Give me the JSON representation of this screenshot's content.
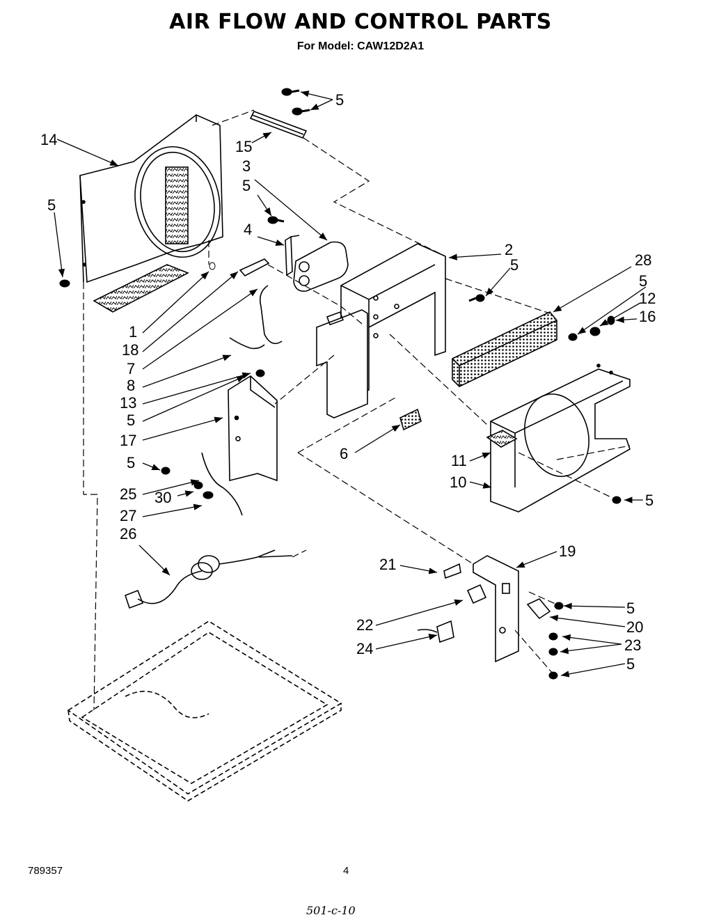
{
  "header": {
    "title": "AIR FLOW AND CONTROL PARTS",
    "model_label": "For Model: CAW12D2A1"
  },
  "callouts": {
    "c1": "1",
    "c2": "2",
    "c3": "3",
    "c4": "4",
    "c5": "5",
    "c6": "6",
    "c7": "7",
    "c8": "8",
    "c10": "10",
    "c11": "11",
    "c12": "12",
    "c13": "13",
    "c14": "14",
    "c15": "15",
    "c16": "16",
    "c17": "17",
    "c18": "18",
    "c19": "19",
    "c20": "20",
    "c21": "21",
    "c22": "22",
    "c23": "23",
    "c24": "24",
    "c25": "25",
    "c26": "26",
    "c27": "27",
    "c28": "28",
    "c30": "30"
  },
  "footer": {
    "part_code": "789357",
    "page_number": "4",
    "handwritten_note": "501-c-10"
  }
}
